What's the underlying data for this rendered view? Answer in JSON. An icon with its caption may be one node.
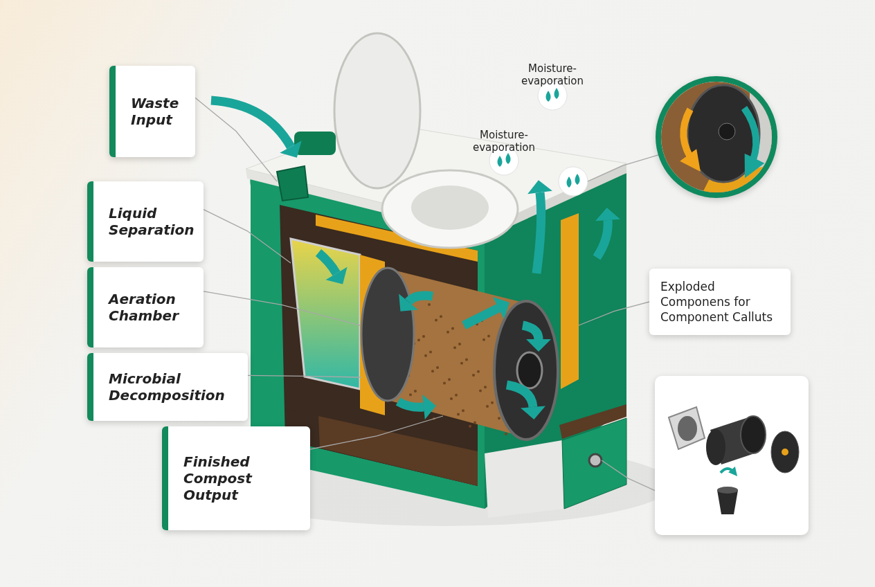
{
  "diagram": {
    "nodes": [
      {
        "text": [
          "Waste Input"
        ]
      },
      {
        "text": [
          "Liquid Separation"
        ]
      },
      {
        "text": [
          "Aeration Chamber"
        ]
      },
      {
        "text": [
          "Microbial Decomposition"
        ]
      },
      {
        "text": [
          "Finished Compost Output"
        ]
      },
      {
        "text": [
          "Exploded Componens for Component Calluts"
        ]
      },
      {
        "text": [],
        "shape": "picture"
      },
      {
        "text": [],
        "shape": "picture"
      },
      {
        "text": [],
        "shape": "picture"
      },
      {
        "text": [],
        "shape": "picture"
      },
      {
        "text": [],
        "shape": "box"
      },
      {
        "text": [],
        "shape": "picture"
      },
      {
        "text": [],
        "shape": "box"
      },
      {
        "text": [],
        "shape": "box"
      },
      {
        "text": [],
        "shape": "circle"
      },
      {
        "text": [],
        "shape": "circle"
      }
    ],
    "edges": [
      {
        "from": 0,
        "to": 8,
        "arrow": "none"
      },
      {
        "from": 1,
        "to": 9,
        "arrow": "none"
      },
      {
        "from": 2,
        "to": 10,
        "arrow": "none"
      },
      {
        "from": 3,
        "to": 11,
        "arrow": "none"
      },
      {
        "from": 4,
        "to": 12,
        "arrow": "none"
      },
      {
        "from": 5,
        "to": 13,
        "arrow": "none"
      },
      {
        "from": 6,
        "to": 15,
        "arrow": "none"
      },
      {
        "from": 7,
        "to": 14,
        "arrow": "none"
      }
    ],
    "labels": [
      "Moisture-evaporation",
      "Moisture-evaporation"
    ]
  }
}
